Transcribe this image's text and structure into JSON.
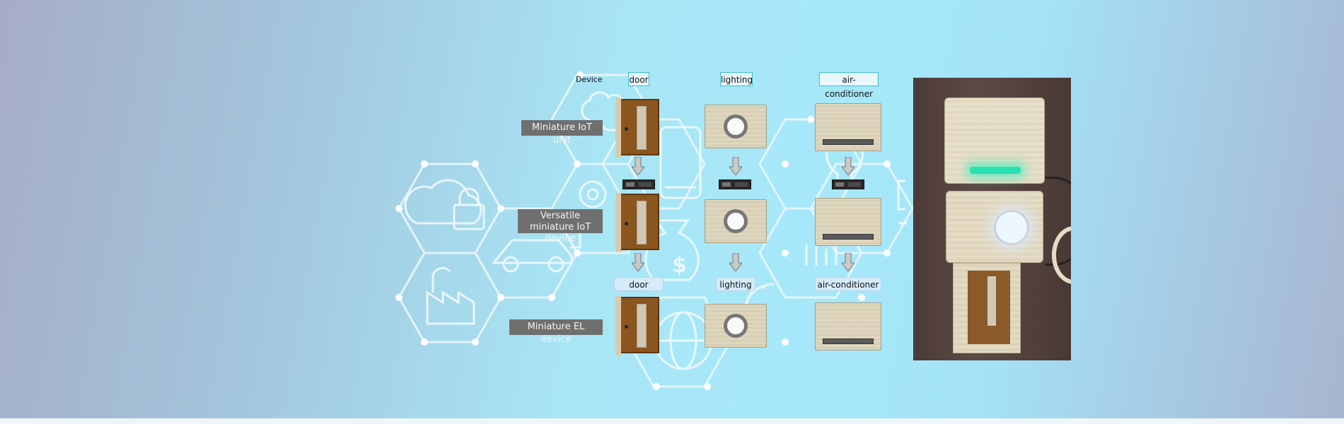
{
  "diagram": {
    "device_label": "Device",
    "columns": [
      {
        "id": "door",
        "label": "door"
      },
      {
        "id": "lighting",
        "label": "lighting"
      },
      {
        "id": "air-conditioner",
        "label": "air-conditioner"
      }
    ],
    "rows": [
      {
        "id": "miniature-iot-unit",
        "label": "Miniature IoT unit"
      },
      {
        "id": "versatile-miniature-iot-device",
        "label": "Versatile miniature IoT device"
      },
      {
        "id": "miniature-el-device",
        "label": "Miniature EL device"
      }
    ],
    "sub_labels": [
      "door",
      "lighting",
      "air-conditioner"
    ]
  },
  "colors": {
    "header_border": "#3bbbd3",
    "row_label_bg": "#6f6f70",
    "sub_label_bg": "#d5ebfa",
    "hex_line": "#e8f4fa",
    "door_wood": "#8b5520",
    "led_glow": "#28e0b0"
  },
  "icons": [
    "cloud-lock-icon",
    "car-charging-icon",
    "factory-icon",
    "gear-icon",
    "smartphone-icon",
    "money-bag-icon",
    "wifi-signal-icon",
    "globe-icon",
    "brain-icon",
    "lightbulb-icon",
    "chart-icon"
  ]
}
